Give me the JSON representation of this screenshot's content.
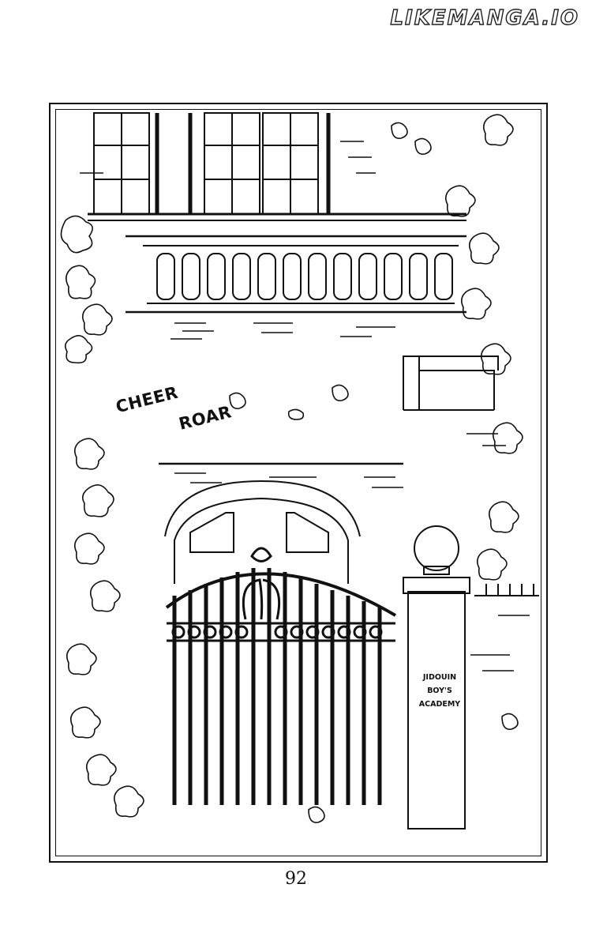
{
  "watermark": "LIKEMANGA.IO",
  "panel": {
    "sfx_cheer": "CHEER",
    "sfx_roar": "ROAR",
    "sign": {
      "line1": "JIDOUIN",
      "line2": "BOY'S",
      "line3": "ACADEMY"
    }
  },
  "page_number": "92"
}
